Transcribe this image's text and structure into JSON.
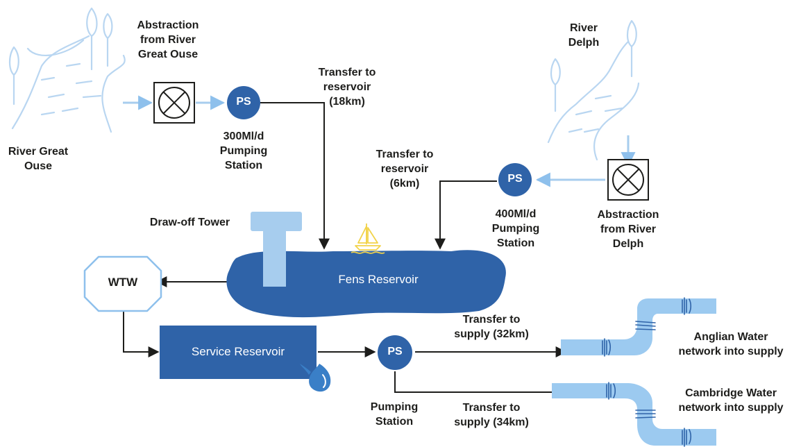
{
  "colors": {
    "dark_blue": "#2f63a8",
    "light_blue": "#a7cdee",
    "pipe_blue": "#9ccaf0",
    "river_outline": "#bcd7f1",
    "line": "#1d1d1b",
    "boat": "#f2d349"
  },
  "icons": {
    "river_great_ouse": "river-icon",
    "river_delph": "river-icon",
    "abstraction_valve": "valve-icon",
    "draw_off_tower": "tower-icon",
    "boat": "sailboat-icon",
    "water_drop": "drop-icon",
    "pipe": "pipe-icon"
  },
  "labels": {
    "river_great_ouse": [
      "River Great",
      "Ouse"
    ],
    "abstraction_great_ouse": [
      "Abstraction",
      "from River",
      "Great Ouse"
    ],
    "ps": "PS",
    "pumping_300": [
      "300Ml/d",
      "Pumping",
      "Station"
    ],
    "transfer_18": [
      "Transfer to",
      "reservoir",
      "(18km)"
    ],
    "transfer_6": [
      "Transfer to",
      "reservoir",
      "(6km)"
    ],
    "river_delph": [
      "River",
      "Delph"
    ],
    "pumping_400": [
      "400Ml/d",
      "Pumping",
      "Station"
    ],
    "abstraction_delph": [
      "Abstraction",
      "from River",
      "Delph"
    ],
    "draw_off_tower": "Draw-off Tower",
    "fens_reservoir": "Fens Reservoir",
    "wtw": "WTW",
    "service_reservoir": "Service Reservoir",
    "pumping_station": [
      "Pumping",
      "Station"
    ],
    "transfer_32": [
      "Transfer to",
      "supply (32km)"
    ],
    "transfer_34": [
      "Transfer to",
      "supply (34km)"
    ],
    "anglian": [
      "Anglian Water",
      "network into supply"
    ],
    "cambridge": [
      "Cambridge Water",
      "network into supply"
    ]
  }
}
